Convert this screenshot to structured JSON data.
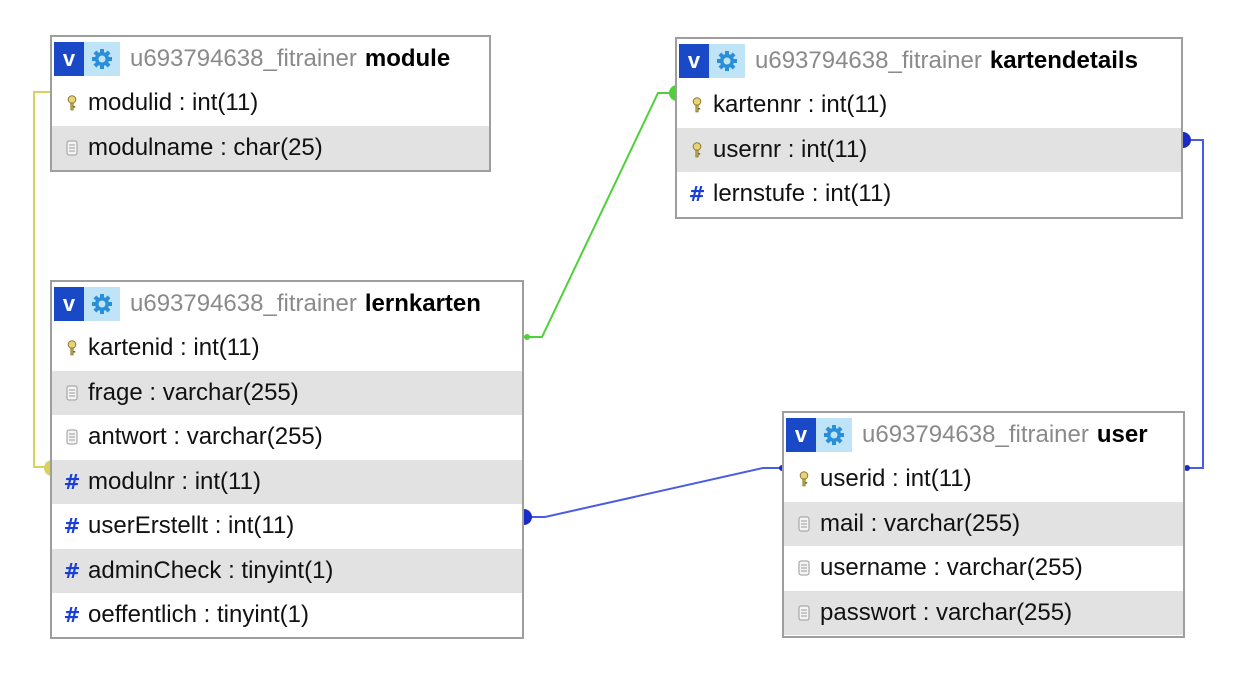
{
  "tables": {
    "module": {
      "db": "u693794638_fitrainer",
      "name": "module",
      "columns": [
        {
          "text": "modulid : int(11)",
          "icon": "key-icon"
        },
        {
          "text": "modulname : char(25)",
          "icon": "text-field-icon"
        }
      ]
    },
    "kartendetails": {
      "db": "u693794638_fitrainer",
      "name": "kartendetails",
      "columns": [
        {
          "text": "kartennr : int(11)",
          "icon": "key-icon"
        },
        {
          "text": "usernr : int(11)",
          "icon": "key-icon"
        },
        {
          "text": "lernstufe : int(11)",
          "icon": "number-icon"
        }
      ]
    },
    "lernkarten": {
      "db": "u693794638_fitrainer",
      "name": "lernkarten",
      "columns": [
        {
          "text": "kartenid : int(11)",
          "icon": "key-icon"
        },
        {
          "text": "frage : varchar(255)",
          "icon": "text-field-icon"
        },
        {
          "text": "antwort : varchar(255)",
          "icon": "text-field-icon"
        },
        {
          "text": "modulnr : int(11)",
          "icon": "number-icon"
        },
        {
          "text": "userErstellt : int(11)",
          "icon": "number-icon"
        },
        {
          "text": "adminCheck : tinyint(1)",
          "icon": "number-icon"
        },
        {
          "text": "oeffentlich : tinyint(1)",
          "icon": "number-icon"
        }
      ]
    },
    "user": {
      "db": "u693794638_fitrainer",
      "name": "user",
      "columns": [
        {
          "text": "userid : int(11)",
          "icon": "key-icon"
        },
        {
          "text": "mail : varchar(255)",
          "icon": "text-field-icon"
        },
        {
          "text": "username : varchar(255)",
          "icon": "text-field-icon"
        },
        {
          "text": "passwort : varchar(255)",
          "icon": "text-field-icon"
        }
      ]
    }
  },
  "header_icons": {
    "left": "v-icon",
    "right": "gear-icon",
    "v_label": "v"
  },
  "relations": [
    {
      "from": "lernkarten.modulnr",
      "to": "module.modulid",
      "color": "#d8d25a"
    },
    {
      "from": "lernkarten.kartenid",
      "to": "kartendetails.kartennr",
      "color": "#4fd03a"
    },
    {
      "from": "kartendetails.usernr",
      "to": "user.userid",
      "color": "#2a3ed0"
    },
    {
      "from": "lernkarten.userErstellt",
      "to": "user.userid",
      "color": "#2a3ed0"
    }
  ],
  "colors": {
    "alt_row": "#e2e2e2",
    "border": "#9e9e9e",
    "v_icon": "#1a49c8",
    "gear_bg": "#bfe3f7",
    "db_name": "#8a8a8a"
  }
}
